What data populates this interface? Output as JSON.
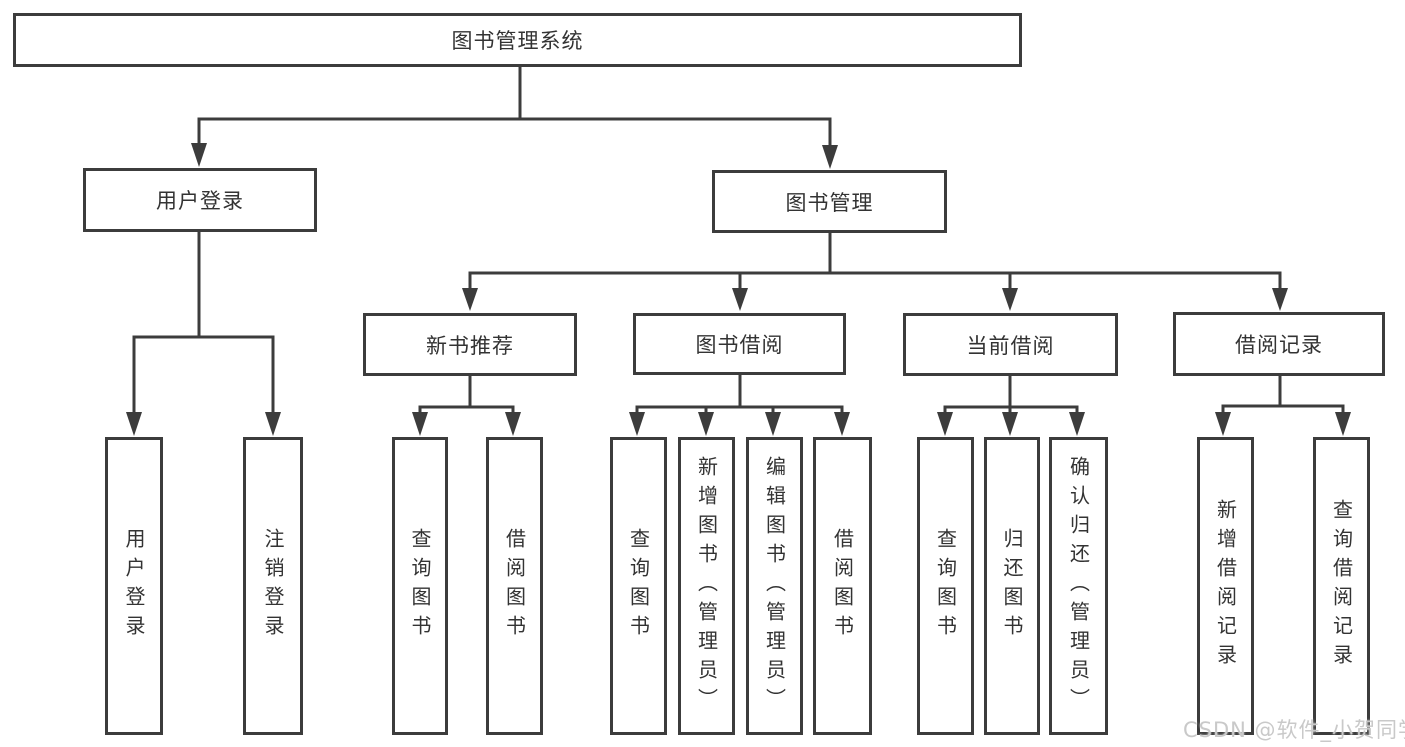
{
  "diagram": {
    "root": {
      "label": "图书管理系统"
    },
    "branches": [
      {
        "label": "用户登录",
        "children": [
          {
            "label": "用户登录"
          },
          {
            "label": "注销登录"
          }
        ]
      },
      {
        "label": "图书管理",
        "children": [
          {
            "label": "新书推荐",
            "children": [
              {
                "label": "查询图书"
              },
              {
                "label": "借阅图书"
              }
            ]
          },
          {
            "label": "图书借阅",
            "children": [
              {
                "label": "查询图书"
              },
              {
                "label": "新增图书（管理员）"
              },
              {
                "label": "编辑图书（管理员）"
              },
              {
                "label": "借阅图书"
              }
            ]
          },
          {
            "label": "当前借阅",
            "children": [
              {
                "label": "查询图书"
              },
              {
                "label": "归还图书"
              },
              {
                "label": "确认归还（管理员）"
              }
            ]
          },
          {
            "label": "借阅记录",
            "children": [
              {
                "label": "新增借阅记录"
              },
              {
                "label": "查询借阅记录"
              }
            ]
          }
        ]
      }
    ]
  },
  "watermark": {
    "text": "CSDN @软件_小贺同学"
  },
  "colors": {
    "line": "#3c3c3c",
    "text": "#333333",
    "watermark": "#c9c9c9",
    "background": "#ffffff"
  }
}
